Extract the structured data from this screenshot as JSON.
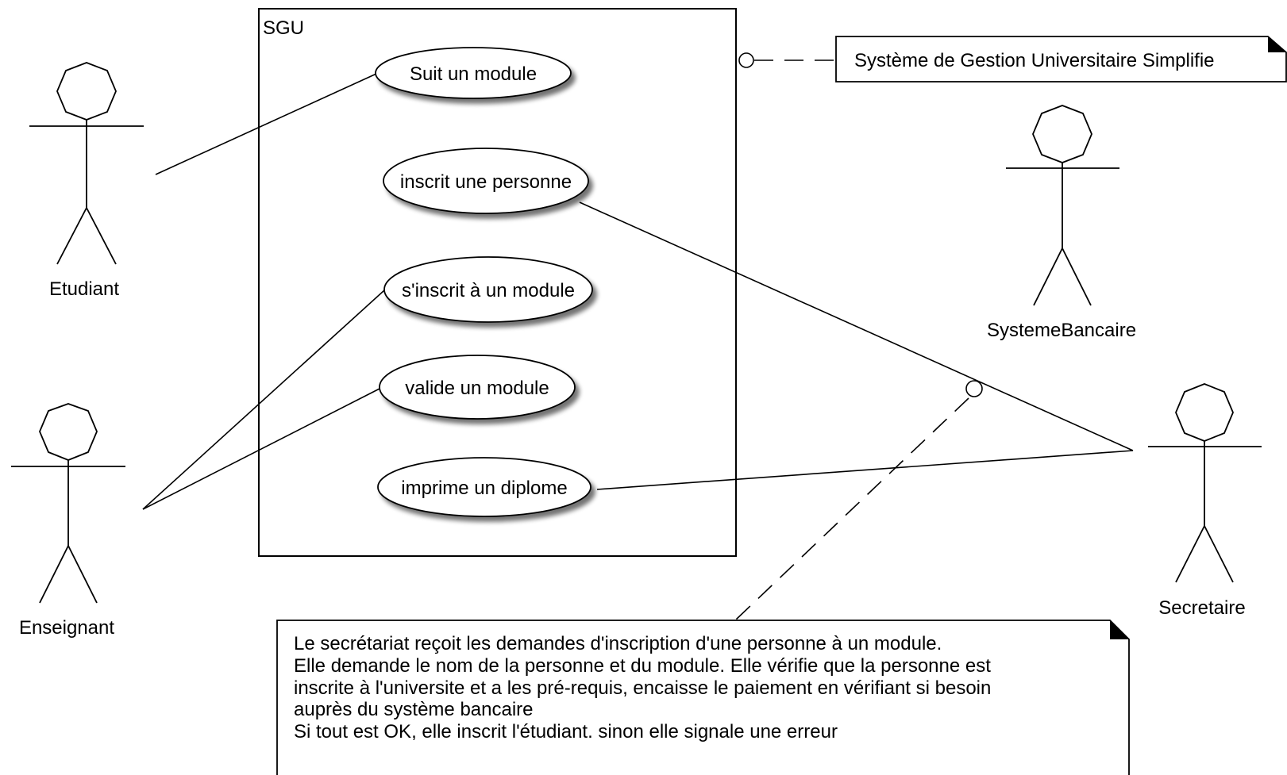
{
  "system": {
    "name": "SGU"
  },
  "actors": {
    "etudiant": "Etudiant",
    "enseignant": "Enseignant",
    "systeme_bancaire": "SystemeBancaire",
    "secretaire": "Secretaire"
  },
  "use_cases": {
    "suit_module": "Suit un module",
    "inscrit_personne": "inscrit une personne",
    "sinscrit_module": "s'inscrit à un module",
    "valide_module": "valide un module",
    "imprime_diplome": "imprime un diplome"
  },
  "notes": {
    "system_note": "Système de Gestion Universitaire Simplifie",
    "secretariat_note": [
      "Le secrétariat reçoit les demandes d'inscription d'une personne à un  module.",
      "Elle demande le nom de la personne et du module. Elle vérifie que la personne est",
      "inscrite à  l'universite et a les pré-requis, encaisse le paiement en vérifiant si besoin",
      "auprès du système bancaire",
      "Si tout est OK, elle inscrit l'étudiant. sinon elle signale une erreur"
    ]
  }
}
